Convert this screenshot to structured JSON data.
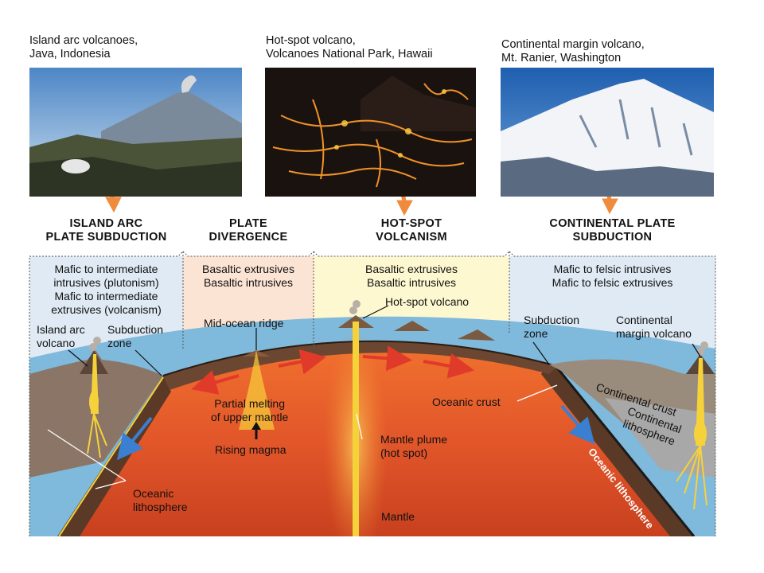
{
  "photos": [
    {
      "caption_line1": "Island arc volcanoes,",
      "caption_line2": "Java, Indonesia"
    },
    {
      "caption_line1": "Hot-spot volcano,",
      "caption_line2": "Volcanoes National Park, Hawaii"
    },
    {
      "caption_line1": "Continental margin volcano,",
      "caption_line2": "Mt. Ranier, Washington"
    }
  ],
  "zones": [
    {
      "header_line1": "ISLAND ARC",
      "header_line2": "PLATE SUBDUCTION",
      "lines": [
        "Mafic to intermediate",
        "intrusives (plutonism)",
        "Mafic to intermediate",
        "extrusives (volcanism)"
      ],
      "color": "#dfeaf4"
    },
    {
      "header_line1": "PLATE",
      "header_line2": "DIVERGENCE",
      "lines": [
        "Basaltic extrusives",
        "Basaltic intrusives"
      ],
      "color": "#fbe4d4"
    },
    {
      "header_line1": "HOT-SPOT",
      "header_line2": "VOLCANISM",
      "lines": [
        "Basaltic extrusives",
        "Basaltic intrusives"
      ],
      "color": "#fdf8d0"
    },
    {
      "header_line1": "CONTINENTAL PLATE",
      "header_line2": "SUBDUCTION",
      "lines": [
        "Mafic to felsic intrusives",
        "Mafic to felsic extrusives"
      ],
      "color": "#dfeaf4"
    }
  ],
  "labels": {
    "island_arc_volcano": [
      "Island arc",
      "volcano"
    ],
    "subduction_zone_left": [
      "Subduction",
      "zone"
    ],
    "mid_ocean_ridge": "Mid-ocean ridge",
    "hot_spot_volcano": "Hot-spot volcano",
    "subduction_zone_right": [
      "Subduction",
      "zone"
    ],
    "continental_margin_volcano": [
      "Continental",
      "margin volcano"
    ],
    "partial_melting": [
      "Partial melting",
      "of upper mantle"
    ],
    "rising_magma": "Rising magma",
    "oceanic_crust": "Oceanic crust",
    "continental_crust": "Continental crust",
    "continental_lithosphere": [
      "Continental",
      "lithosphere"
    ],
    "mantle_plume": [
      "Mantle plume",
      "(hot spot)"
    ],
    "oceanic_lithosphere_left": [
      "Oceanic",
      "lithosphere"
    ],
    "oceanic_lithosphere_right": "Oceanic lithosphere",
    "mantle": "Mantle"
  },
  "colors": {
    "ocean": "#7fb9dc",
    "mantle": "#e2562a",
    "lithosphere": "#5a3a26",
    "magma": "#f6d23a",
    "plate_motion_arrow": "#e03a2a",
    "subduction_arrow": "#3a7fd0"
  }
}
